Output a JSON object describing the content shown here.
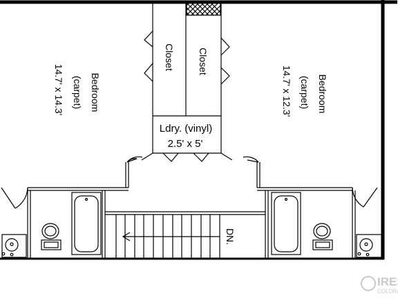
{
  "rooms": {
    "bedroom_left": {
      "name": "Bedroom",
      "floor": "(carpet)",
      "size": "14.7' x 14.3'"
    },
    "bedroom_right": {
      "name": "Bedroom",
      "floor": "(carpet)",
      "size": "14.7' x 12.3'"
    },
    "closet_left": {
      "name": "Closet"
    },
    "closet_right": {
      "name": "Closet"
    },
    "laundry": {
      "name": "Ldry. (vinyl)",
      "size": "2.5' x 5'"
    }
  },
  "stairs": {
    "label": "DN."
  },
  "watermark": {
    "text": "IRES",
    "subtext": "COLORADO",
    "icon": "ires-logo-icon"
  },
  "colors": {
    "line": "#000000",
    "background": "#ffffff",
    "watermark": "#c9c9c9"
  }
}
